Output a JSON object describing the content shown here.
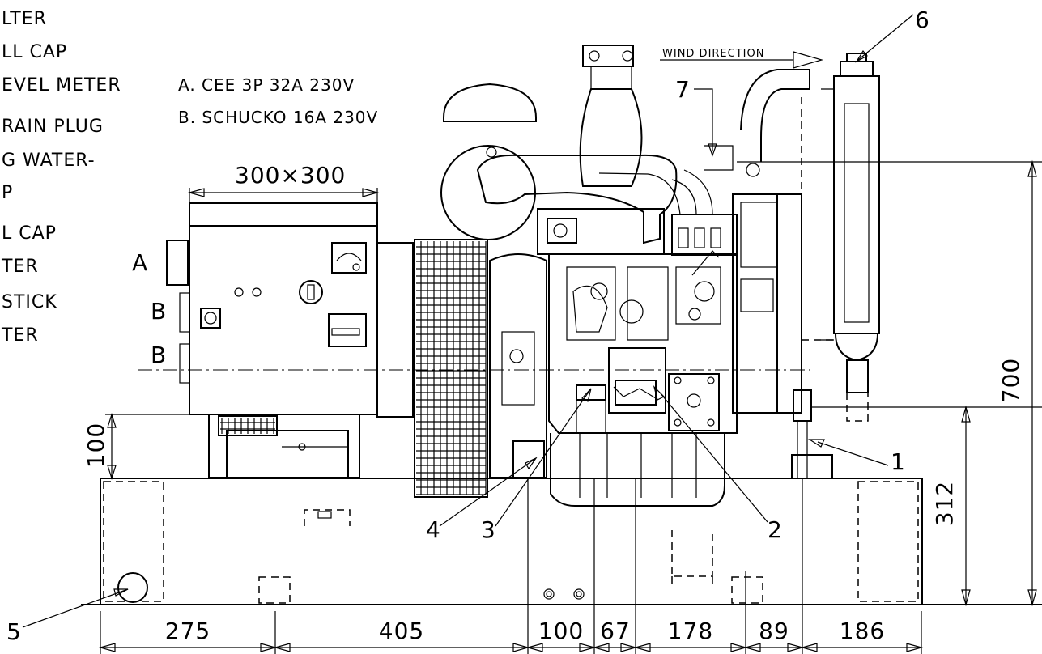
{
  "legend_left": [
    "LTER",
    "LL CAP",
    "EVEL METER",
    "RAIN PLUG",
    "G WATER-",
    "P",
    "L CAP",
    "TER",
    "STICK",
    "TER"
  ],
  "sockets": {
    "a": "A. CEE 3P 32A 230V",
    "b": "B. SCHUCKO 16A 230V"
  },
  "wind": "WIND DIRECTION",
  "panel_dim": "300×300",
  "panel_letters": {
    "a": "A",
    "b1": "B",
    "b2": "B"
  },
  "callouts": {
    "c1": "1",
    "c2": "2",
    "c3": "3",
    "c4": "4",
    "c5": "5",
    "c6": "6",
    "c7": "7"
  },
  "dims": {
    "height_100": "100",
    "height_700": "700",
    "height_312": "312",
    "bottom": [
      "275",
      "405",
      "100",
      "67",
      "178",
      "89",
      "186"
    ]
  }
}
